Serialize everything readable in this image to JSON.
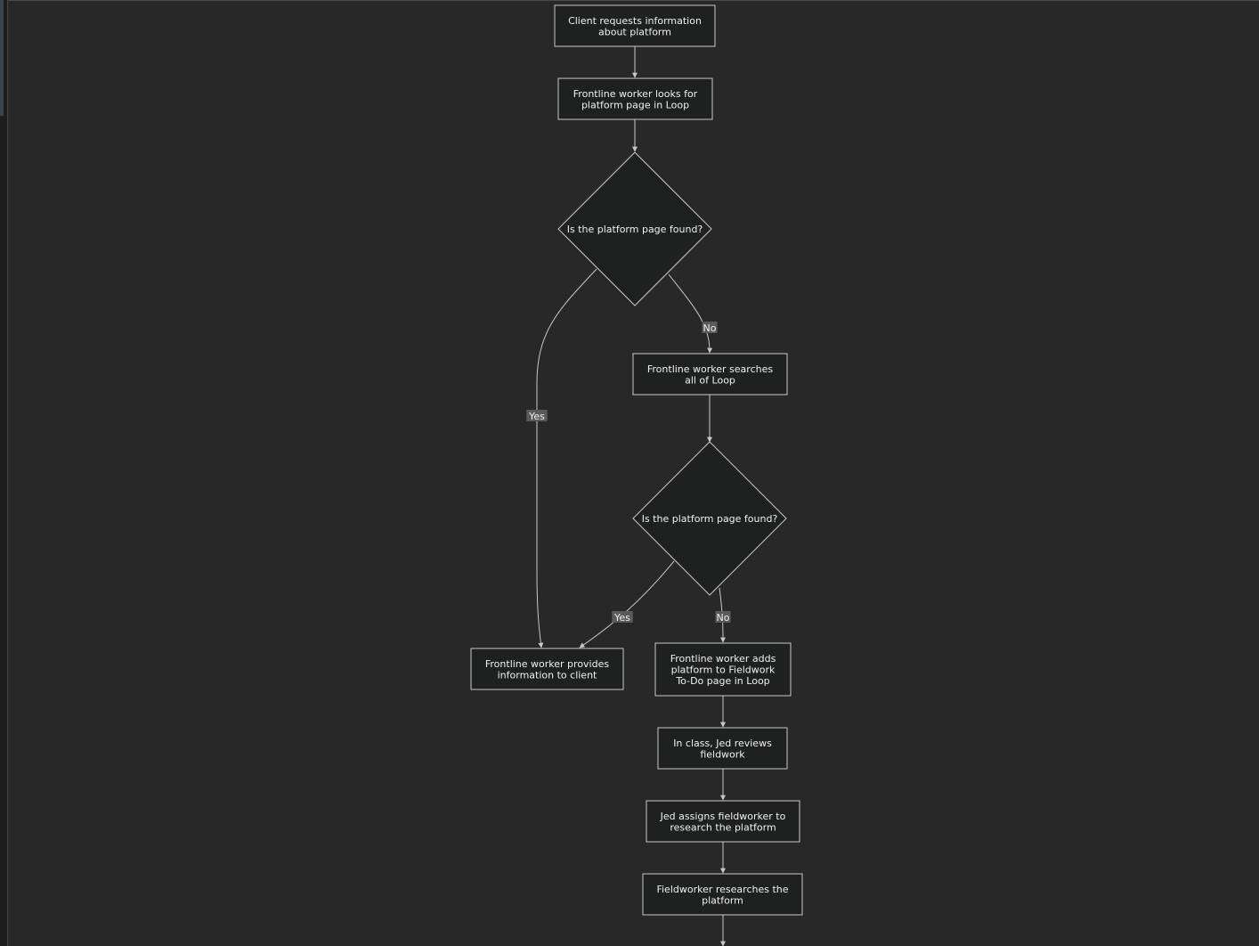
{
  "nodes": [
    {
      "id": "n1",
      "shape": "rect",
      "lines": [
        "Client requests information",
        "about platform"
      ]
    },
    {
      "id": "n2",
      "shape": "rect",
      "lines": [
        "Frontline worker looks for",
        "platform page in Loop"
      ]
    },
    {
      "id": "d1",
      "shape": "diamond",
      "lines": [
        "Is the platform page found?"
      ]
    },
    {
      "id": "n3",
      "shape": "rect",
      "lines": [
        "Frontline worker searches",
        "all of Loop"
      ]
    },
    {
      "id": "d2",
      "shape": "diamond",
      "lines": [
        "Is the platform page found?"
      ]
    },
    {
      "id": "n4",
      "shape": "rect",
      "lines": [
        "Frontline worker provides",
        "information to client"
      ]
    },
    {
      "id": "n5",
      "shape": "rect",
      "lines": [
        "Frontline worker adds",
        "platform to Fieldwork",
        "To-Do page in Loop"
      ]
    },
    {
      "id": "n6",
      "shape": "rect",
      "lines": [
        "In class, Jed reviews",
        "fieldwork"
      ]
    },
    {
      "id": "n7",
      "shape": "rect",
      "lines": [
        "Jed assigns fieldworker to",
        "research the platform"
      ]
    },
    {
      "id": "n8",
      "shape": "rect",
      "lines": [
        "Fieldworker researches the",
        "platform"
      ]
    }
  ],
  "edges": [
    {
      "from": "n1",
      "to": "n2",
      "label": ""
    },
    {
      "from": "n2",
      "to": "d1",
      "label": ""
    },
    {
      "from": "d1",
      "to": "n3",
      "label": "No"
    },
    {
      "from": "d1",
      "to": "n4",
      "label": "Yes"
    },
    {
      "from": "n3",
      "to": "d2",
      "label": ""
    },
    {
      "from": "d2",
      "to": "n4",
      "label": "Yes"
    },
    {
      "from": "d2",
      "to": "n5",
      "label": "No"
    },
    {
      "from": "n5",
      "to": "n6",
      "label": ""
    },
    {
      "from": "n6",
      "to": "n7",
      "label": ""
    },
    {
      "from": "n7",
      "to": "n8",
      "label": ""
    },
    {
      "from": "n8",
      "to": "",
      "label": ""
    }
  ],
  "colors": {
    "background": "#282828",
    "node_fill": "#1f2020",
    "stroke": "#c8c8c8",
    "text": "#f0f0f0",
    "edge_label_bg": "#5a5a5a"
  }
}
